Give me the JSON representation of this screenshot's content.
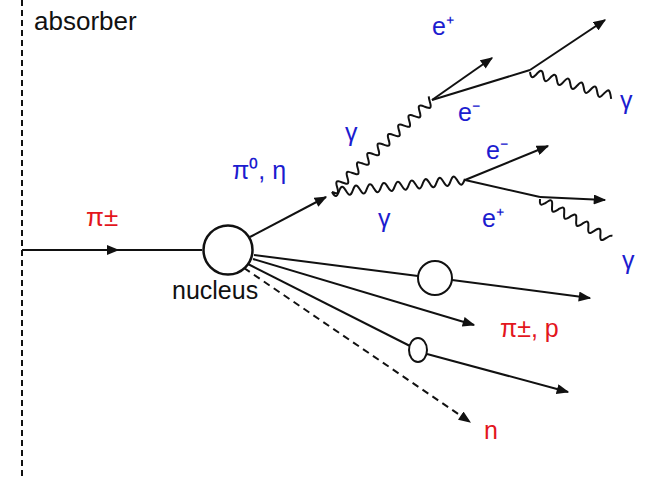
{
  "diagram": {
    "nodes": [
      {
        "text": [
          "nucleus"
        ]
      }
    ],
    "labels": [
      "absorber",
      "π±",
      "π⁰, η",
      "γ",
      "γ",
      "e⁺",
      "e⁻",
      "γ",
      "e⁻",
      "e⁺",
      "γ",
      "π±, p",
      "n"
    ]
  }
}
